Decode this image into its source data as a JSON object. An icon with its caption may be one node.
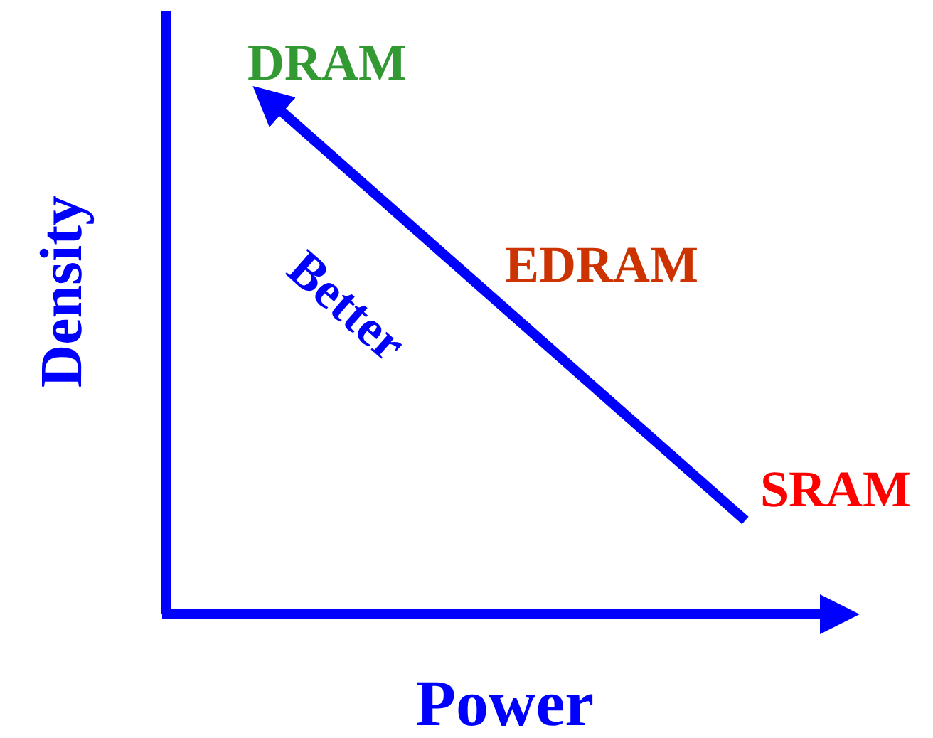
{
  "diagram": {
    "nodes": [
      {
        "text": [
          "DRAM"
        ]
      },
      {
        "text": [
          "SRAM"
        ]
      }
    ],
    "edges": [
      {
        "from": 1,
        "to": 0,
        "arrow": "to",
        "label": "Better"
      }
    ],
    "labels": [
      "EDRAM",
      "Density",
      "Power"
    ]
  }
}
